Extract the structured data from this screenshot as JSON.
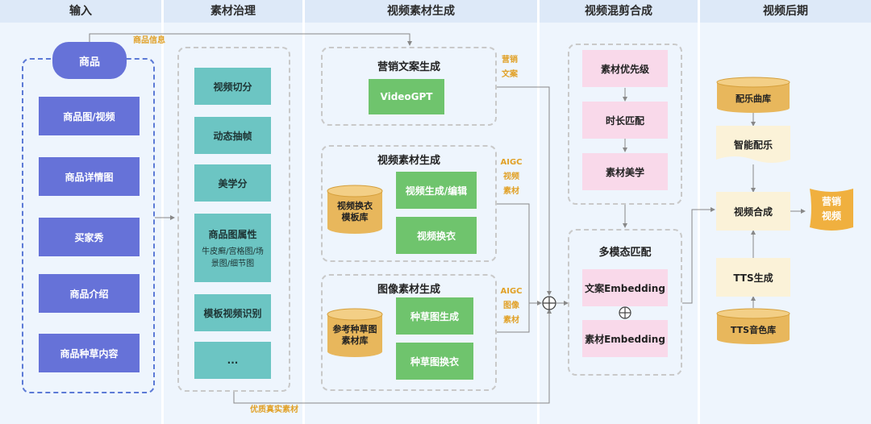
{
  "columns": [
    {
      "label": "输入"
    },
    {
      "label": "素材治理"
    },
    {
      "label": "视频素材生成"
    },
    {
      "label": "视频混剪合成"
    },
    {
      "label": "视频后期"
    }
  ],
  "input": {
    "product": "商品",
    "items": [
      "商品图/视频",
      "商品详情图",
      "买家秀",
      "商品介绍",
      "商品种草内容"
    ]
  },
  "governance": {
    "items": [
      "视频切分",
      "动态抽帧",
      "美学分"
    ],
    "attr_title": "商品图属性",
    "attr_detail": [
      "牛皮癣/宫格图/场",
      "景图/细节图"
    ],
    "template": "模板视频识别",
    "more": "..."
  },
  "generation": {
    "copy_title": "营销文案生成",
    "copy_model": "VideoGPT",
    "video_title": "视频素材生成",
    "video_db": [
      "视频换衣",
      "模板库"
    ],
    "video_items": [
      "视频生成/编辑",
      "视频换衣"
    ],
    "image_title": "图像素材生成",
    "image_db": [
      "参考种草图",
      "素材库"
    ],
    "image_items": [
      "种草图生成",
      "种草图换衣"
    ]
  },
  "tags": {
    "product_info": "商品信息",
    "copy": [
      "营销",
      "文案"
    ],
    "aigc_video": [
      "AIGC",
      "视频",
      "素材"
    ],
    "aigc_image": [
      "AIGC",
      "图像",
      "素材"
    ],
    "quality": "优质真实素材"
  },
  "mixing": {
    "items": [
      "素材优先级",
      "时长匹配",
      "素材美学"
    ],
    "match_title": "多模态匹配",
    "match_items": [
      "文案Embedding",
      "素材Embedding"
    ]
  },
  "post": {
    "music_db": "配乐曲库",
    "music": "智能配乐",
    "compose": "视频合成",
    "tts": "TTS生成",
    "tts_db": "TTS音色库",
    "output": [
      "营销",
      "视频"
    ]
  },
  "colors": {
    "background": "#eef5fd",
    "header": "#dde9f8",
    "input_blue": "#6672d8",
    "governance_teal": "#6cc5c3",
    "generation_green": "#6fc46d",
    "mixing_pink": "#f9d9ea",
    "post_cream": "#fbf2d8",
    "database_gold": "#e8b75c",
    "tag_orange": "#e1a127"
  }
}
